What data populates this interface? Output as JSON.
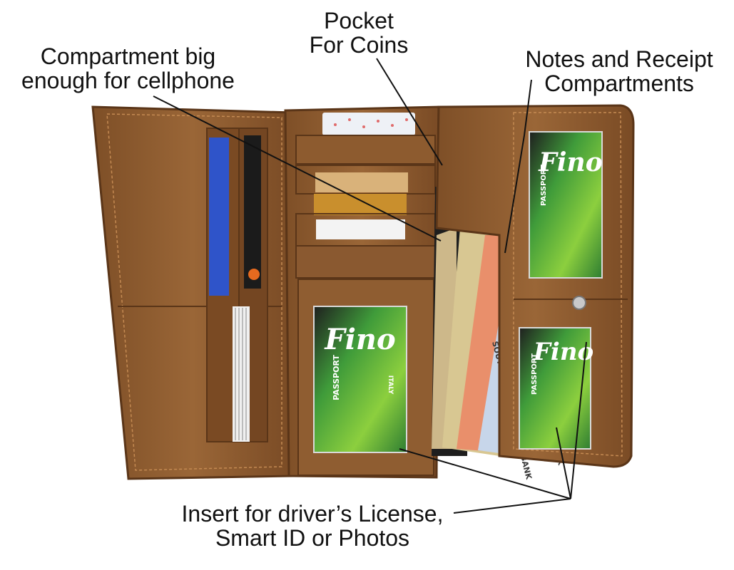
{
  "labels": {
    "cellphone": [
      "Compartment big",
      "enough for cellphone"
    ],
    "coins": [
      "Pocket",
      "For Coins"
    ],
    "notes": [
      "Notes and Receipt",
      "Compartments"
    ],
    "license": [
      "Insert for driver’s License,",
      "Smart ID or Photos"
    ]
  },
  "cards": {
    "brand": "Fino",
    "sub": "PASSPORT",
    "origin": "ITALY"
  },
  "banknote_text": "SOUTH AFRICAN RESERVE BANK",
  "colors": {
    "leather": "#8a5a30",
    "leather_dark": "#6b4322",
    "leather_light": "#a06b3c",
    "lines": "#111111",
    "card_green": "#3f9b3a"
  }
}
